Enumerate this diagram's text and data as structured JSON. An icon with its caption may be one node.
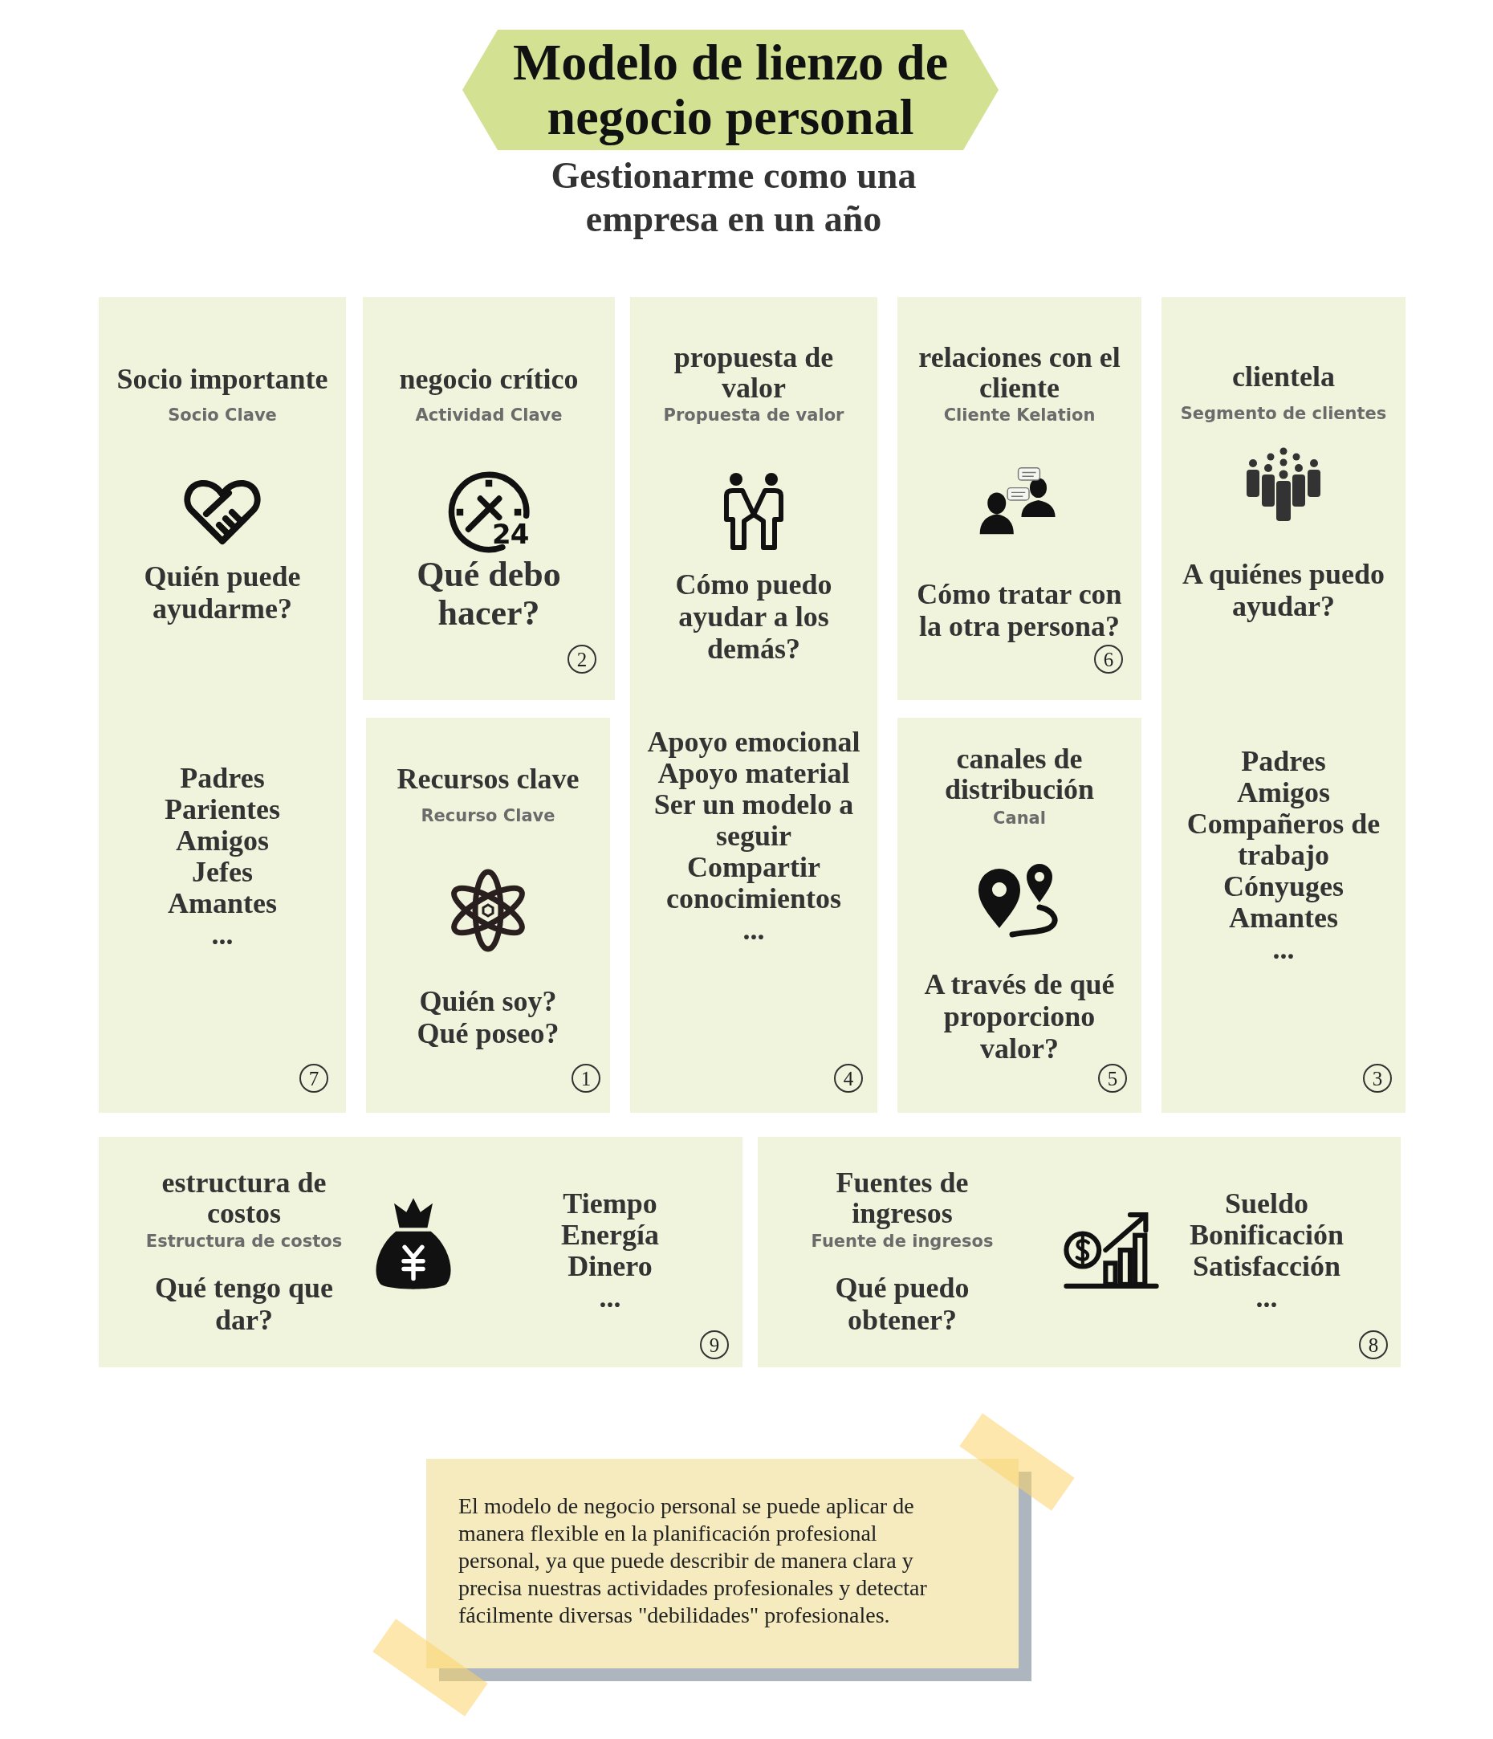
{
  "diagram": {
    "title": "Modelo de lienzo de negocio personal",
    "nodes": [
      {
        "text": [
          "Socio importante",
          "Socio Clave",
          "Quién puede ayudarme?",
          "Padres",
          "Parientes",
          "Amigos",
          "Jefes",
          "Amantes",
          "...",
          "7"
        ]
      },
      {
        "text": [
          "negocio crítico",
          "Actividad Clave",
          "Qué debo hacer?",
          "2"
        ]
      },
      {
        "text": [
          "propuesta de valor",
          "Propuesta de valor",
          "Cómo puedo ayudar a los demás?",
          "Apoyo emocional",
          "Apoyo material",
          "Ser un modelo a seguir",
          "Compartir conocimientos",
          "...",
          "4"
        ]
      },
      {
        "text": [
          "relaciones con el cliente",
          "Cliente Kelation",
          "Cómo tratar con la otra persona?",
          "6"
        ]
      },
      {
        "text": [
          "clientela",
          "Segmento de clientes",
          "A quiénes puedo ayudar?",
          "Padres",
          "Amigos",
          "Compañeros de trabajo",
          "Cónyuges",
          "Amantes",
          "...",
          "3"
        ]
      },
      {
        "text": [
          "Recursos clave",
          "Recurso Clave",
          "Quién soy? Qué poseo?",
          "1"
        ]
      },
      {
        "text": [
          "canales de distribución",
          "Canal",
          "A través de qué proporciono valor?",
          "5"
        ]
      },
      {
        "text": [
          "estructura de costos",
          "Estructura de costos",
          "Qué tengo que dar?",
          "Tiempo",
          "Energía",
          "Dinero",
          "...",
          "9"
        ]
      },
      {
        "text": [
          "Fuentes de ingresos",
          "Fuente de ingresos",
          "Qué puedo obtener?",
          "Sueldo",
          "Bonificación",
          "Satisfacción",
          "...",
          "8"
        ]
      },
      {
        "text": [
          "El modelo de negocio personal se puede aplicar de manera flexible en la planificación profesional personal, ya que puede describir de manera clara y precisa nuestras actividades profesionales y detectar fácilmente diversas \"debilidades\" profesionales."
        ]
      }
    ],
    "labels": [
      "Gestionarme como una empresa en un año",
      "24"
    ]
  }
}
